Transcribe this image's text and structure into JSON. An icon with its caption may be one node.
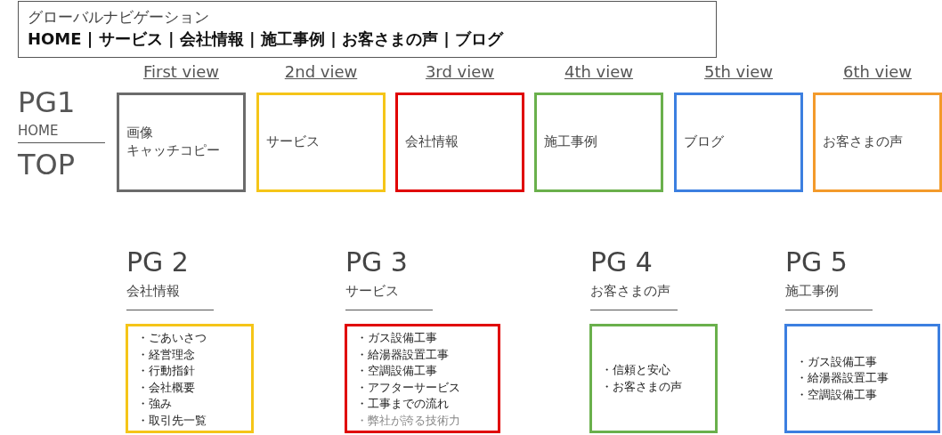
{
  "diagram": {
    "nodes": [
      {
        "text": [
          "グローバルナビゲーション",
          "HOME | サービス | 会社情報 | 施工事例 | お客さまの声 | ブログ"
        ]
      },
      {
        "text": [
          "画像",
          "キャッチコピー"
        ],
        "beside": [
          "First view"
        ]
      },
      {
        "text": [
          "サービス"
        ],
        "beside": [
          "2nd view"
        ]
      },
      {
        "text": [
          "会社情報"
        ],
        "beside": [
          "3rd view"
        ]
      },
      {
        "text": [
          "施工事例"
        ],
        "beside": [
          "4th view"
        ]
      },
      {
        "text": [
          "ブログ"
        ],
        "beside": [
          "5th view"
        ]
      },
      {
        "text": [
          "お客さまの声"
        ],
        "beside": [
          "6th view"
        ]
      },
      {
        "text": [
          "・ごあいさつ",
          "・経営理念",
          "・行動指針",
          "・会社概要",
          "・強み",
          "・取引先一覧"
        ],
        "beside": [
          "PG 2",
          "会社情報"
        ]
      },
      {
        "text": [
          "・ガス設備工事",
          "・給湯器設置工事",
          "・空調設備工事",
          "・アフターサービス",
          "・工事までの流れ",
          "・弊社が誇る技術力"
        ],
        "beside": [
          "PG 3",
          "サービス"
        ]
      },
      {
        "text": [
          "・信頼と安心",
          "・お客さまの声"
        ],
        "beside": [
          "PG 4",
          "お客さまの声"
        ]
      },
      {
        "text": [
          "・ガス設備工事",
          "・給湯器設置工事",
          "・空調設備工事"
        ],
        "beside": [
          "PG 5",
          "施工事例"
        ]
      }
    ],
    "labels": [
      "PG1",
      "HOME",
      "TOP"
    ]
  }
}
